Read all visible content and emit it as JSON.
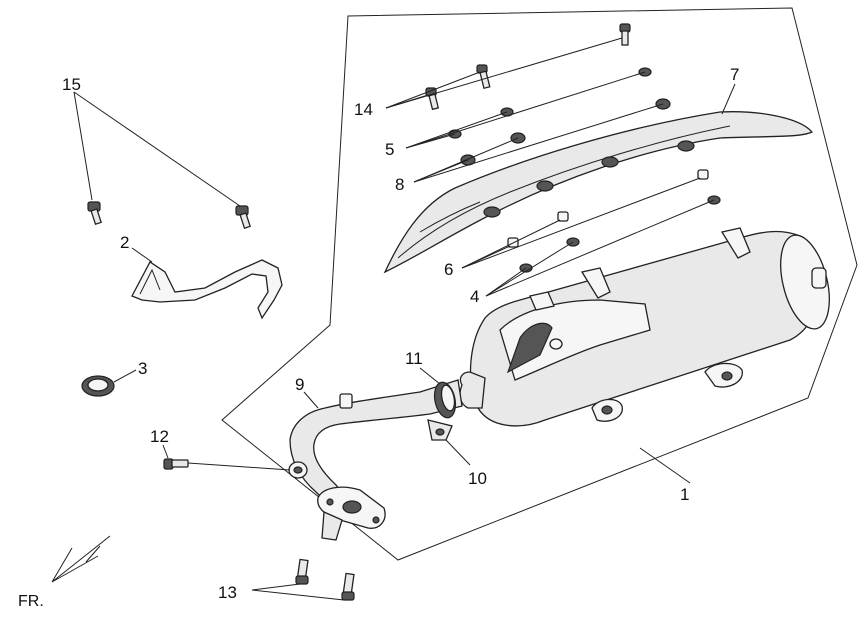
{
  "callouts": {
    "c1": "1",
    "c2": "2",
    "c3": "3",
    "c4": "4",
    "c5": "5",
    "c6": "6",
    "c7": "7",
    "c8": "8",
    "c9": "9",
    "c10": "10",
    "c11": "11",
    "c12": "12",
    "c13": "13",
    "c14": "14",
    "c15": "15"
  },
  "direction": {
    "label": "FR."
  },
  "colors": {
    "line": "#222222",
    "fill": "#e9e9e9",
    "dark": "#555555"
  }
}
